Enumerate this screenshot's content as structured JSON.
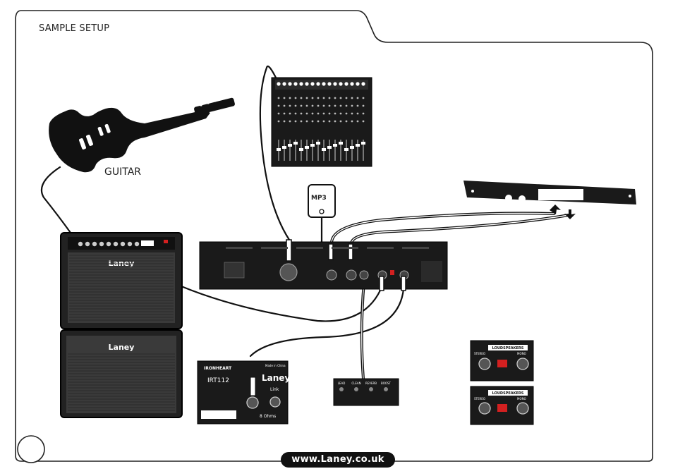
{
  "title": "SAMPLE SETUP",
  "guitar_label": "GUITAR",
  "mp3_label": "MP3",
  "amp_brand": "Laney",
  "cab_brand": "Laney",
  "cab_module": {
    "brand": "IRONHEART",
    "logo": "Laney",
    "model": "IRT112",
    "input_label": "Link",
    "impedance": "8 Ohms",
    "origin": "Made in China"
  },
  "footswitch_buttons": [
    "LEAD",
    "CLEAN",
    "REVERB",
    "BOOST"
  ],
  "speaker_panel": {
    "title": "LOUDSPEAKERS",
    "left": "STEREO",
    "right": "MONO"
  },
  "website": "www.Laney.co.uk",
  "colors": {
    "ink": "#111111",
    "panel": "#1a1a1a",
    "accent_red": "#d32020"
  }
}
